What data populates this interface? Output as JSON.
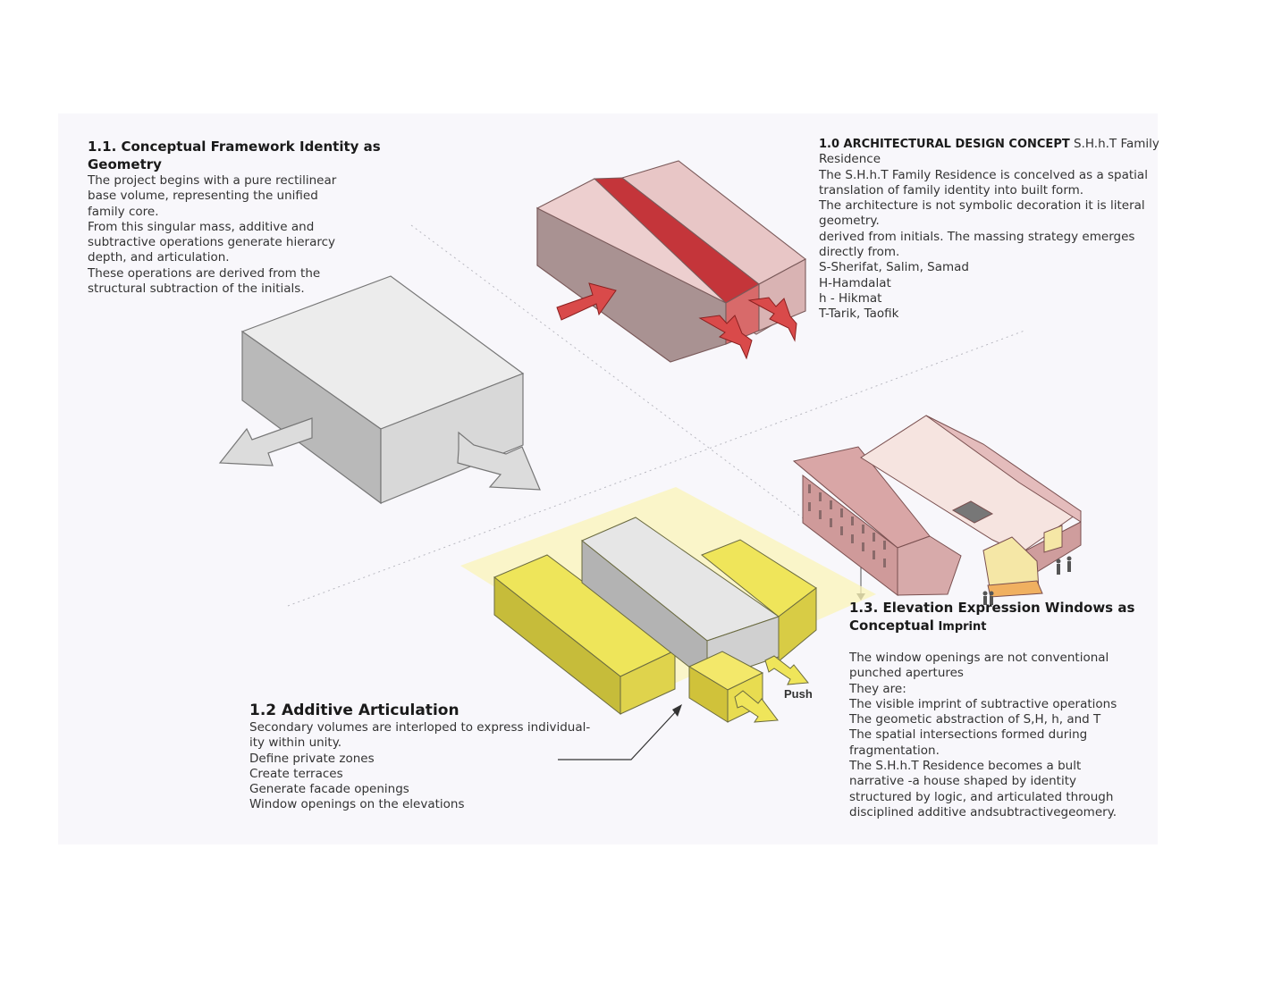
{
  "section_11": {
    "title": [
      "1.1. Conceptual Framework Identity as",
      "Geometry"
    ],
    "lines": [
      "The project begins with a pure rectilinear",
      "base volume, representing the unified",
      "family core.",
      "From this singular mass, additive and",
      "subtractive operations generate hierarcy",
      "depth, and articulation.",
      "These operations are derived from the",
      "structural subtraction of the initials."
    ]
  },
  "section_10": {
    "title_bold": "1.0 ARCHITECTURAL DESIGN CONCEPT",
    "title_rest": " S.H.h.T Family",
    "lines": [
      "Residence",
      "The S.H.h.T Family Residence is concelved as a spatial",
      "translation of family identity into built form.",
      "The architecture is not symbolic decoration it is literal",
      "geometry.",
      "derived from initials. The massing strategy emerges",
      "directly from.",
      "S-Sherifat, Salim, Samad",
      "H-Hamdalat",
      "h - Hikmat",
      "T-Tarik, Taofik"
    ]
  },
  "section_12": {
    "title": "1.2 Additive Articulation",
    "lines": [
      "Secondary volumes are interloped to express individual-",
      "ity within unity.",
      "Define private zones",
      "Create terraces",
      "Generate facade openings",
      "Window openings on the elevations"
    ]
  },
  "section_13": {
    "title_line1": "1.3. Elevation Expression Windows as",
    "title_line2_bold": "Conceptual",
    "title_line2_rest": " Imprint",
    "lines": [
      "The window openings are not conventional",
      "punched apertures",
      "They are:",
      "The visible imprint of subtractive operations",
      "The geometic abstraction of S,H, h, and T",
      "The spatial intersections formed during",
      "fragmentation.",
      "The S.H.h.T Residence becomes a bult",
      "narrative -a house shaped by identity",
      "structured by logic, and articulated through",
      "disciplined additive andsubtractivegeomery."
    ]
  },
  "diagram": {
    "push_label": "Push"
  },
  "colors": {
    "base_volume_top": "#f0f0f0",
    "base_volume_side": "#c9c9c9",
    "subtractive_pink": "#e8c4c4",
    "subtractive_red": "#c23a3a",
    "arrow_red": "#d9534f",
    "additive_yellow": "#efe34a",
    "plane_yellow": "#fbf6c8",
    "house_pink": "#e6b8b8"
  }
}
